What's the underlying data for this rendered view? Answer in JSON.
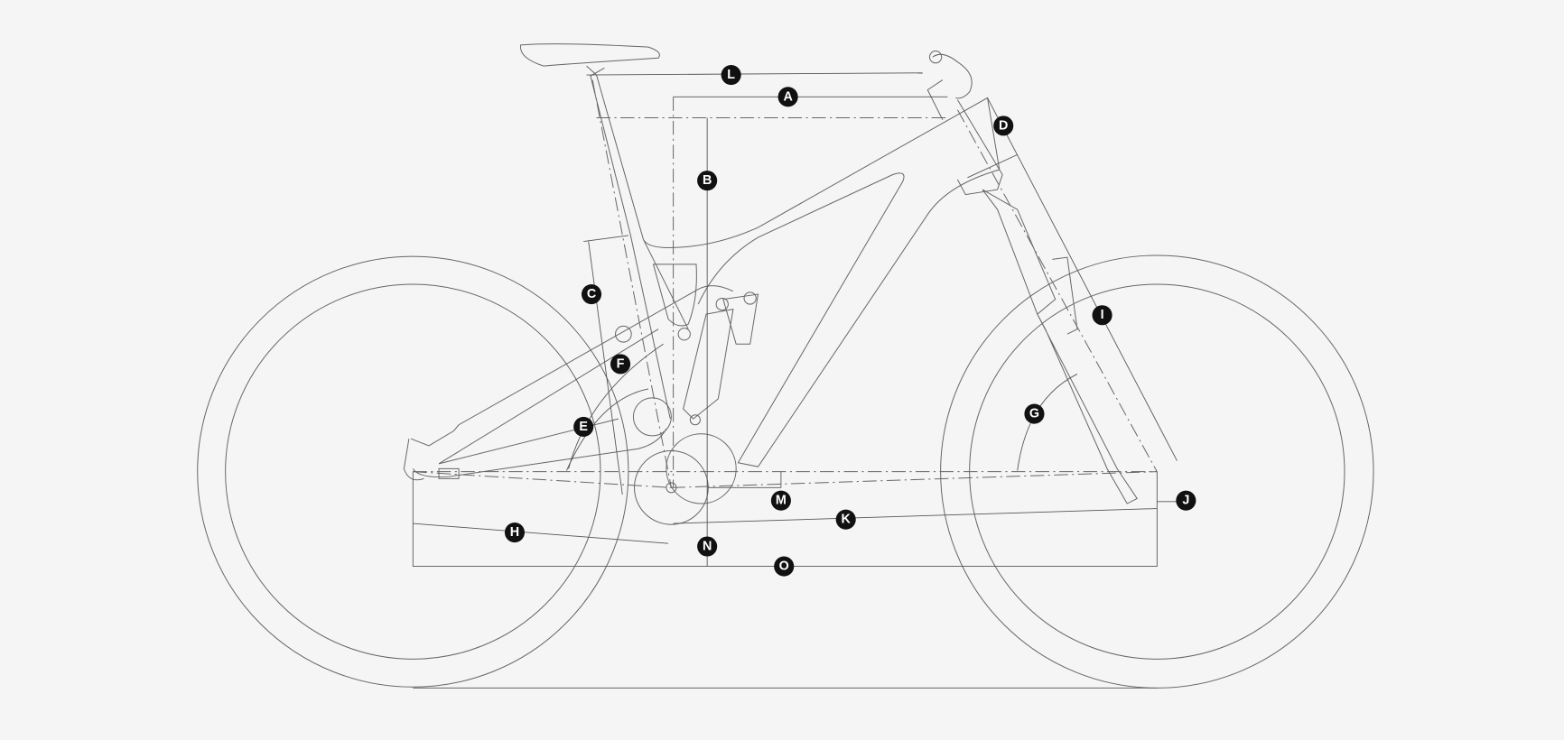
{
  "diagram": {
    "labels": {
      "L": "L",
      "A": "A",
      "D": "D",
      "B": "B",
      "C": "C",
      "I": "I",
      "F": "F",
      "G": "G",
      "E": "E",
      "M": "M",
      "J": "J",
      "K": "K",
      "H": "H",
      "N": "N",
      "O": "O"
    },
    "colors": {
      "background": "#f5f5f5",
      "line": "#666666",
      "label_fill": "#111111"
    }
  }
}
